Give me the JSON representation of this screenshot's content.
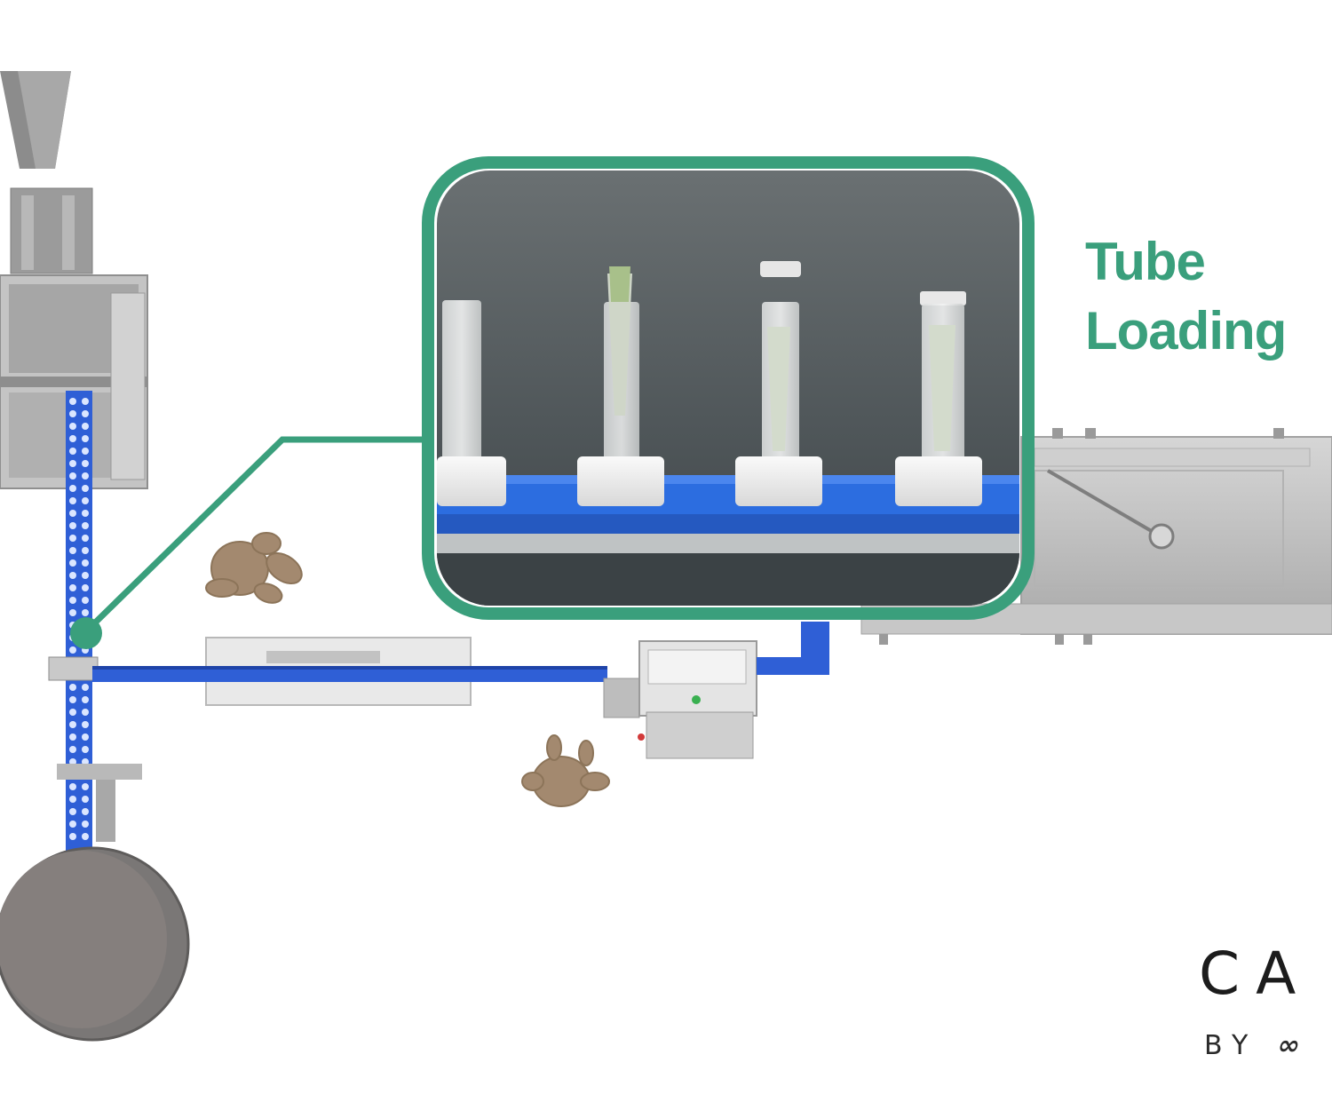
{
  "callout": {
    "title_line1": "Tube",
    "title_line2": "Loading"
  },
  "brand": {
    "name": "CA",
    "sub": "BY",
    "mark": "∞"
  },
  "colors": {
    "callout_green": "#3a9f7c",
    "conveyor_blue": "#2f5fd6",
    "machine_steel": "#b9b9b9",
    "inset_background": "#5b6264"
  },
  "icons": [
    "infinity-icon"
  ]
}
